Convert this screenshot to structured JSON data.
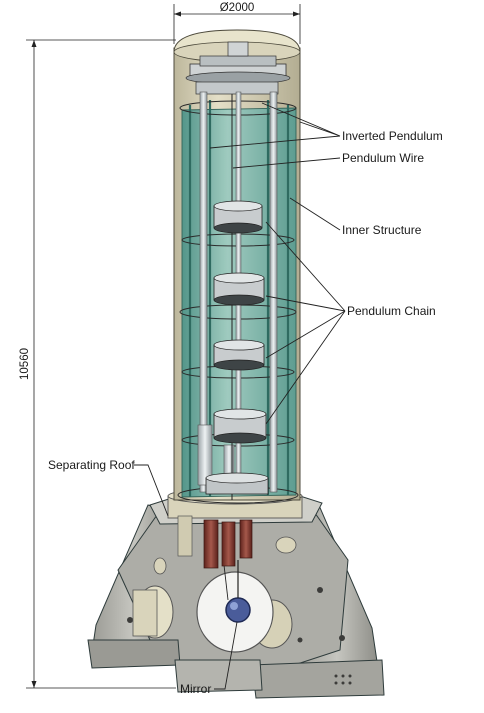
{
  "dimensions": {
    "diameter": "Ø2000",
    "height": "10560"
  },
  "labels": {
    "inverted_pendulum": "Inverted Pendulum",
    "pendulum_wire": "Pendulum Wire",
    "inner_structure": "Inner Structure",
    "pendulum_chain": "Pendulum Chain",
    "separating_roof": "Separating Roof",
    "mirror": "Mirror"
  },
  "colors": {
    "shell": "#d9d3b8",
    "glass": "#7fb8ad",
    "frame": "#3f7d72",
    "base": "#b9b9b3",
    "base_dark": "#8e8e88",
    "steel": "#c9cfd2",
    "copper": "#8a3b30",
    "mirror_blue": "#4a5c9a"
  }
}
